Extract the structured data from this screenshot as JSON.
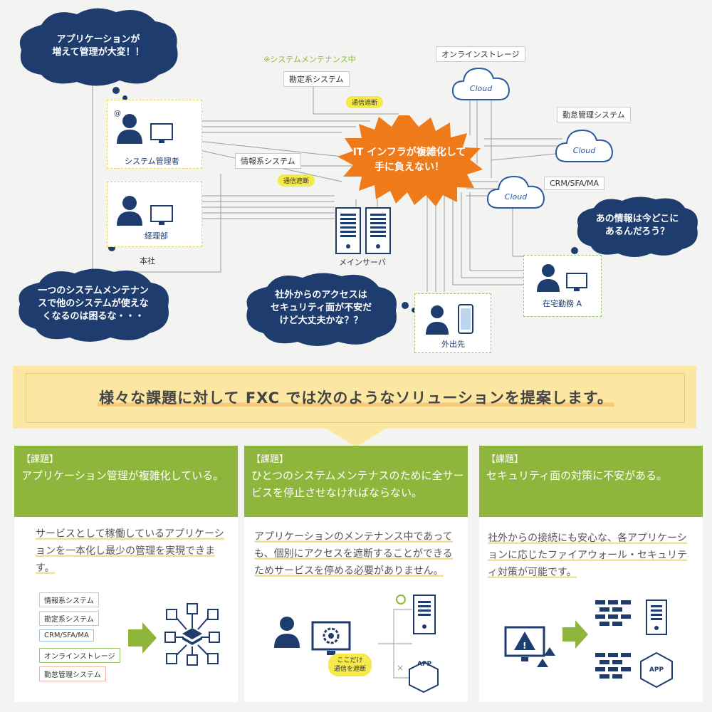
{
  "bubbles": {
    "apps": "アプリケーションが\n増えて管理が大変！！",
    "maintenance": "一つのシステムメンテナン\nスで他のシステムが使えな\nくなるのは困るな・・・",
    "security": "社外からのアクセスは\nセキュリティ面が不安だ\nけど大丈夫かな？？",
    "info": "あの情報は今どこに\nあるんだろう？",
    "burst": "IT インフラが複雑化して\n手に負えない！"
  },
  "labels": {
    "maintenance_note": "※システムメンテナンス中",
    "kanjo": "勘定系システム",
    "johokei": "情報系システム",
    "online": "オンラインストレージ",
    "kintai": "勤怠管理システム",
    "crm": "CRM/SFA/MA",
    "cutoff1": "通信遮断",
    "cutoff2": "通信遮断",
    "cloud": "Cloud",
    "sysadmin": "システム管理者",
    "keiri": "経理部",
    "honsha": "本社",
    "mainserver": "メインサーバ",
    "remote": "在宅勤務 A",
    "outside": "外出先"
  },
  "band_title": "様々な課題に対して FXC では次のようなソリューションを提案します。",
  "cards": [
    {
      "tag": "【課題】",
      "title": "アプリケーション管理が複雑化している。",
      "body": "サービスとして稼働しているアプリケーションを一本化し最少の管理を実現できます。",
      "items": [
        "情報系システム",
        "勘定系システム",
        "CRM/SFA/MA",
        "オンラインストレージ",
        "勤怠管理システム"
      ]
    },
    {
      "tag": "【課題】",
      "title": "ひとつのシステムメンテナスのために全サービスを停止させなければならない。",
      "body": "アプリケーションのメンテナンス中であっても、個別にアクセスを遮断することができるためサービスを停める必要がありません。",
      "note": "ここだけ\n通信を遮断",
      "app": "APP"
    },
    {
      "tag": "【課題】",
      "title": "セキュリティ面の対策に不安がある。",
      "body": "社外からの接続にも安心な、各アプリケーションに応じたファイアウォール・セキュリティ対策が可能です。",
      "app": "APP"
    }
  ],
  "colors": {
    "navy": "#1e3d6e",
    "green": "#8fb63c",
    "orange": "#ef7a1a",
    "yellow": "#f6e94a"
  }
}
